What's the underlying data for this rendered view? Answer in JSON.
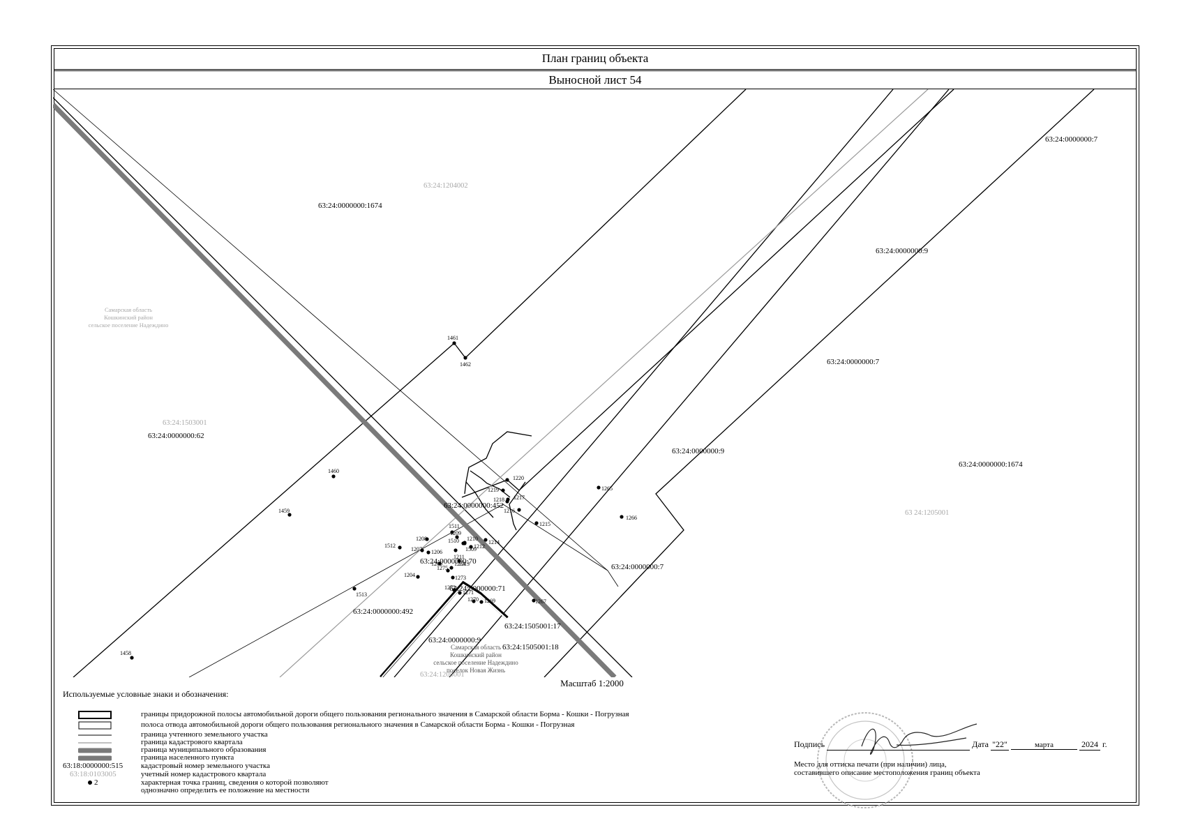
{
  "header": {
    "title": "План границ объекта",
    "sheet": "Выносной лист 54"
  },
  "map": {
    "parcel_labels": [
      {
        "id": "p1",
        "text": "63:24:0000000:1674"
      },
      {
        "id": "p2",
        "text": "63:24:0000000:7"
      },
      {
        "id": "p3",
        "text": "63:24:0000000:9"
      },
      {
        "id": "p4",
        "text": "63:24:0000000:7"
      },
      {
        "id": "p5",
        "text": "63:24:0000000:62"
      },
      {
        "id": "p6",
        "text": "63:24:0000000:9"
      },
      {
        "id": "p7",
        "text": "63:24:0000000:1674"
      },
      {
        "id": "p8",
        "text": "63:24:0000000:452"
      },
      {
        "id": "p9",
        "text": "63:24:0000000:70"
      },
      {
        "id": "p10",
        "text": "63:24:0000000:71"
      },
      {
        "id": "p11",
        "text": "63:24:0000000:7"
      },
      {
        "id": "p12",
        "text": "63:24:0000000:492"
      },
      {
        "id": "p13",
        "text": "63:24:1505001:17"
      },
      {
        "id": "p14",
        "text": "63:24:0000000:9"
      },
      {
        "id": "p15",
        "text": "63:24:1505001:18"
      }
    ],
    "quarter_labels": [
      {
        "id": "q1",
        "text": "63:24:1204002"
      },
      {
        "id": "q2",
        "text": "63:24:1503001"
      },
      {
        "id": "q3",
        "text": "63 24:1205001"
      },
      {
        "id": "q4",
        "text": "63:24:1205001"
      }
    ],
    "municipal_labels": {
      "left": [
        "Самарская область",
        "Кошкинский район",
        "сельское поселение Надеждино"
      ],
      "bottom": [
        "Самарская область",
        "Кошкинский район",
        "сельское поселение Надеждино",
        "поселок Новая Жизнь"
      ]
    },
    "points": [
      {
        "id": "1461",
        "label": "1461"
      },
      {
        "id": "1462",
        "label": "1462"
      },
      {
        "id": "1460",
        "label": "1460"
      },
      {
        "id": "1459",
        "label": "1459"
      },
      {
        "id": "1458",
        "label": "1458"
      },
      {
        "id": "1511",
        "label": "1511"
      },
      {
        "id": "1510",
        "label": "1510"
      },
      {
        "id": "1509",
        "label": "1509"
      },
      {
        "id": "1512",
        "label": "1512"
      },
      {
        "id": "1513",
        "label": "1513"
      },
      {
        "id": "1220",
        "label": "1220"
      },
      {
        "id": "1219",
        "label": "1219"
      },
      {
        "id": "1218",
        "label": "1218"
      },
      {
        "id": "1217",
        "label": "1217"
      },
      {
        "id": "1216",
        "label": "1216"
      },
      {
        "id": "1215",
        "label": "1215"
      },
      {
        "id": "1209",
        "label": "1209"
      },
      {
        "id": "1210",
        "label": "1210"
      },
      {
        "id": "1212",
        "label": "1212"
      },
      {
        "id": "1211",
        "label": "1211"
      },
      {
        "id": "1214",
        "label": "1214"
      },
      {
        "id": "1208",
        "label": "1208"
      },
      {
        "id": "1207",
        "label": "1207"
      },
      {
        "id": "1206",
        "label": "1206"
      },
      {
        "id": "1213",
        "label": "1213"
      },
      {
        "id": "1205",
        "label": "1205"
      },
      {
        "id": "1204",
        "label": "1204"
      },
      {
        "id": "1275",
        "label": "1275"
      },
      {
        "id": "1274",
        "label": "1274"
      },
      {
        "id": "1273",
        "label": "1273"
      },
      {
        "id": "1272",
        "label": "1272"
      },
      {
        "id": "1271",
        "label": "1271"
      },
      {
        "id": "1270",
        "label": "1270"
      },
      {
        "id": "1269",
        "label": "1269"
      },
      {
        "id": "1265",
        "label": "1265"
      },
      {
        "id": "1266",
        "label": "1266"
      },
      {
        "id": "1267",
        "label": "1267"
      }
    ]
  },
  "scale": "Масштаб 1:2000",
  "legend": {
    "title": "Используемые условные знаки и обозначения:",
    "items": [
      {
        "id": "l1",
        "symbol_text": "",
        "text": "границы придорожной полосы автомобильной дороги общего пользования регионального значения в Самарской области Борма - Кошки - Погрузная"
      },
      {
        "id": "l2",
        "symbol_text": "",
        "text": "полоса отвода автомобильной дороги общего пользования регионального значения в Самарской области Борма - Кошки - Погрузная"
      },
      {
        "id": "l3",
        "symbol_text": "",
        "text": "граница учтенного земельного участка"
      },
      {
        "id": "l4",
        "symbol_text": "",
        "text": "граница кадастрового квартала"
      },
      {
        "id": "l5",
        "symbol_text": "",
        "text": "граница муниципального образования"
      },
      {
        "id": "l6",
        "symbol_text": "",
        "text": "граница населенного пункта"
      },
      {
        "id": "l7",
        "symbol_text": "63:18:0000000:515",
        "text": "кадастровый номер земельного участка"
      },
      {
        "id": "l8",
        "symbol_text": "63:18:0103005",
        "text": "учетный номер кадастрового квартала"
      },
      {
        "id": "l9",
        "symbol_text": "2",
        "text": "характерная точка границ, сведения о которой позволяют"
      },
      {
        "id": "l10",
        "symbol_text": "",
        "text": "однозначно определить ее положение на местности"
      }
    ]
  },
  "signature": {
    "label": "Подпись",
    "date_label": "Дата",
    "day": "\"22\"",
    "month": "марта",
    "year": "2024",
    "year_suffix": "г.",
    "stamp_note_1": "Место для оттиска печати (при наличии) лица,",
    "stamp_note_2": "составившего описание местоположения границ объекта"
  },
  "colors": {
    "line": "#000000",
    "quarter": "#9a9a9a",
    "municipal": "#7a7a7a",
    "muted_label": "#a8a8a8",
    "stamp": "#b8b8b8"
  }
}
